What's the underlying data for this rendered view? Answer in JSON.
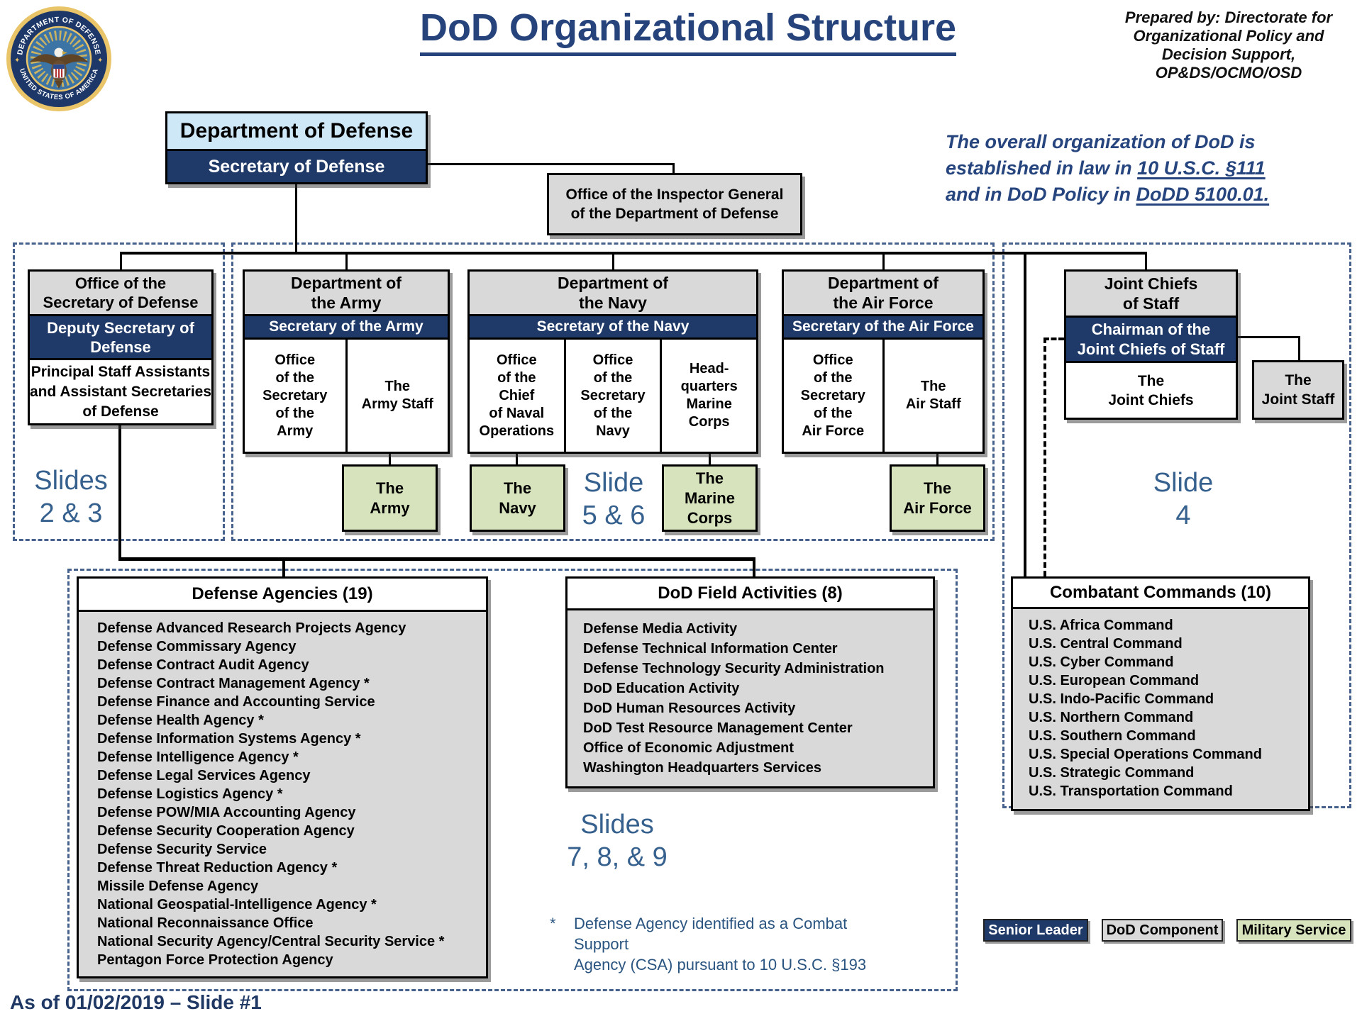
{
  "colors": {
    "navy": "#1f3a68",
    "component_grey": "#d9d9d9",
    "service_green": "#d6e3bc",
    "dod_lightblue": "#cfe8f8",
    "dashed_group_blue": "#46618c",
    "slide_label_blue": "#36618e",
    "title_blue": "#26437c",
    "law_text_blue": "#26457e",
    "footnote_blue": "#2a5480",
    "footer_blue": "#1f3864"
  },
  "seal": {
    "top_text": "DEPARTMENT OF DEFENSE",
    "bottom_text": "UNITED STATES OF AMERICA"
  },
  "header": {
    "title": "DoD Organizational Structure",
    "prepared_by": "Prepared by: Directorate for\nOrganizational Policy and\nDecision Support,\nOP&DS/OCMO/OSD",
    "law_note_l1": "The overall organization of DoD is",
    "law_note_l2a": "established in law in ",
    "law_note_l2b": "10 U.S.C. §111",
    "law_note_l3a": "and in DoD Policy in ",
    "law_note_l3b": "DoDD 5100.01."
  },
  "org": {
    "dod": {
      "title": "Department of Defense",
      "leader": "Secretary of Defense"
    },
    "oig": {
      "label": "Office of the Inspector General\nof the Department of Defense"
    },
    "osd": {
      "title": "Office of the\nSecretary of Defense",
      "leader": "Deputy Secretary of\nDefense",
      "body": "Principal Staff Assistants\nand Assistant Secretaries\nof Defense"
    },
    "army": {
      "title": "Department of\nthe Army",
      "leader": "Secretary of the Army",
      "cell1": "Office\nof the\nSecretary\nof the\nArmy",
      "cell2": "The\nArmy Staff",
      "service": "The\nArmy"
    },
    "navy": {
      "title": "Department of\nthe Navy",
      "leader": "Secretary of the Navy",
      "cell1": "Office\nof the\nChief\nof Naval\nOperations",
      "cell2": "Office\nof the\nSecretary\nof the\nNavy",
      "cell3": "Head-\nquarters\nMarine\nCorps",
      "service": "The\nNavy",
      "service2": "The\nMarine\nCorps"
    },
    "air_force": {
      "title": "Department of\nthe Air Force",
      "leader": "Secretary of the Air Force",
      "cell1": "Office\nof the\nSecretary\nof the\nAir Force",
      "cell2": "The\nAir Staff",
      "service": "The\nAir Force"
    },
    "jcs": {
      "title": "Joint Chiefs\nof Staff",
      "leader": "Chairman of the\nJoint Chiefs of Staff",
      "body": "The\nJoint Chiefs",
      "joint_staff": "The\nJoint Staff"
    }
  },
  "slide_labels": {
    "osd": "Slides\n2 & 3",
    "navy": "Slide\n5 & 6",
    "jcs": "Slide\n4",
    "agencies": "Slides\n7, 8, & 9"
  },
  "lists": {
    "defense_agencies": {
      "title": "Defense Agencies (19)",
      "items": [
        "Defense Advanced Research Projects Agency",
        "Defense Commissary Agency",
        "Defense Contract Audit Agency",
        "Defense Contract Management Agency *",
        "Defense Finance and Accounting Service",
        "Defense Health Agency *",
        "Defense Information Systems Agency *",
        "Defense Intelligence Agency *",
        "Defense Legal Services Agency",
        "Defense Logistics Agency *",
        "Defense POW/MIA Accounting Agency",
        "Defense Security Cooperation Agency",
        "Defense Security Service",
        "Defense Threat Reduction Agency *",
        "Missile Defense Agency",
        "National Geospatial-Intelligence Agency *",
        "National Reconnaissance Office",
        "National Security Agency/Central Security Service *",
        "Pentagon Force Protection Agency"
      ]
    },
    "field_activities": {
      "title": "DoD Field Activities (8)",
      "items": [
        "Defense Media Activity",
        "Defense Technical Information Center",
        "Defense Technology Security Administration",
        "DoD Education Activity",
        "DoD Human Resources Activity",
        "DoD Test Resource Management Center",
        "Office of Economic Adjustment",
        "Washington Headquarters Services"
      ]
    },
    "combatant_commands": {
      "title": "Combatant Commands (10)",
      "items": [
        "U.S. Africa Command",
        "U.S. Central Command",
        "U.S. Cyber Command",
        "U.S. European Command",
        "U.S. Indo-Pacific Command",
        "U.S. Northern Command",
        "U.S. Southern Command",
        "U.S. Special Operations Command",
        "U.S. Strategic Command",
        "U.S. Transportation Command"
      ]
    }
  },
  "footnote": {
    "marker": "*",
    "text": "Defense Agency identified as a Combat Support\nAgency (CSA) pursuant to 10 U.S.C. §193"
  },
  "legend": {
    "senior_leader": "Senior Leader",
    "dod_component": "DoD Component",
    "military_service": "Military Service"
  },
  "footer": {
    "as_of": "As of 01/02/2019 – Slide #1"
  }
}
